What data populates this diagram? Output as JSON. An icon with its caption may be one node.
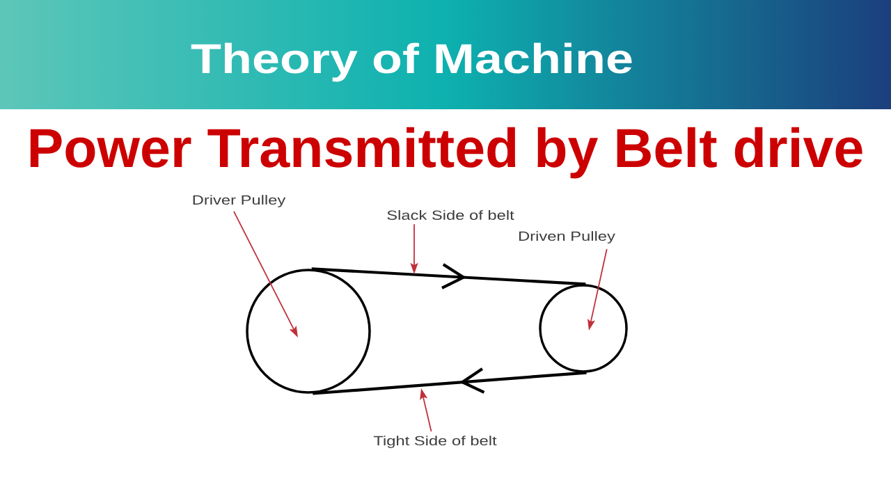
{
  "diagram": {
    "title": "Power Transmitted by Belt drive",
    "nodes": [
      {
        "text": [
          "Driver Pulley"
        ]
      },
      {
        "text": [
          "Slack Side of belt"
        ]
      },
      {
        "text": [
          "Driven Pulley"
        ]
      },
      {
        "text": [],
        "shape": "circle"
      },
      {
        "text": [],
        "shape": "circle"
      },
      {
        "text": [
          "Tight Side of belt"
        ]
      }
    ],
    "edges": [
      {
        "from": 3,
        "to": 4,
        "arrow": "to",
        "style": "thick",
        "color": "#000000"
      },
      {
        "from": 4,
        "to": 3,
        "arrow": "to",
        "style": "thick",
        "color": "#000000"
      },
      {
        "from": 0,
        "to": 3,
        "arrow": "to",
        "color": "#c0303a"
      },
      {
        "from": 1,
        "to": null,
        "arrow": "to",
        "color": "#c0303a"
      },
      {
        "from": 2,
        "to": 4,
        "arrow": "to",
        "color": "#c0303a"
      },
      {
        "from": 5,
        "to": null,
        "arrow": "to",
        "color": "#c0303a"
      }
    ],
    "labels": [
      "Theory of Machine"
    ]
  }
}
